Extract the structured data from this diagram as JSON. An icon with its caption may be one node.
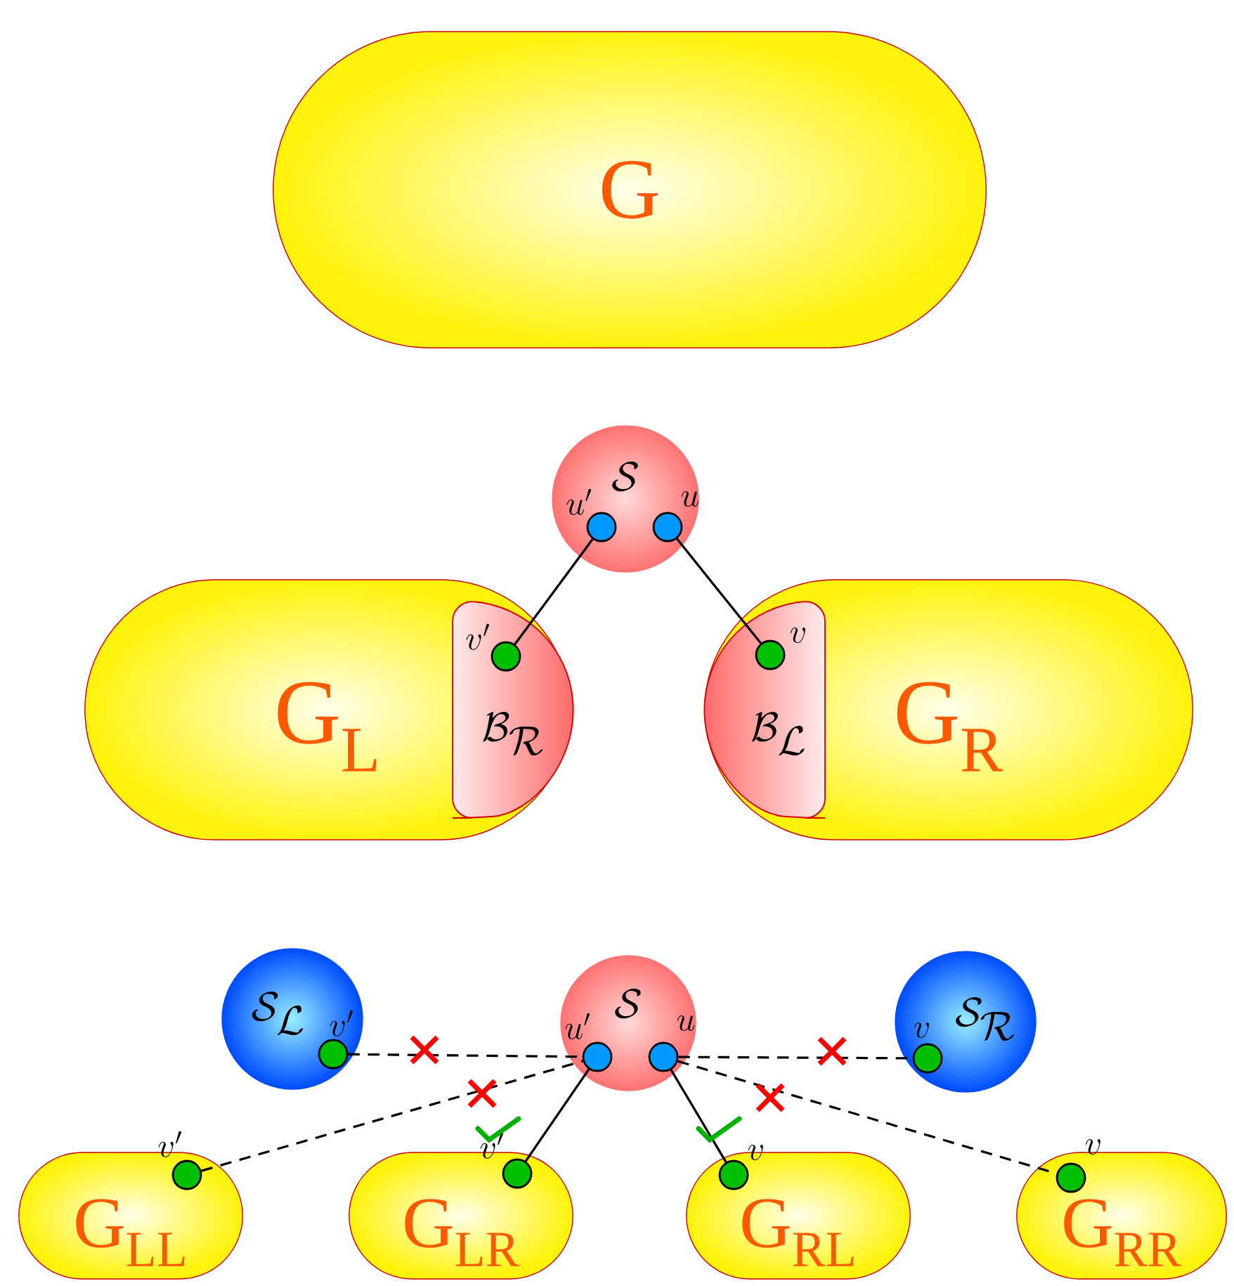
{
  "diagram": {
    "nodes": [
      {
        "text": [
          "G"
        ]
      },
      {
        "text": [
          "\\mathcal{S}"
        ]
      },
      {
        "text": [],
        "shape": "circle",
        "in": 1,
        "beside": [
          "u'"
        ]
      },
      {
        "text": [],
        "shape": "circle",
        "in": 1,
        "beside": [
          "u"
        ]
      },
      {
        "text": [
          "G$_{L}$"
        ]
      },
      {
        "text": [
          "\\mathcal{B}_{\\mathcal{R}}"
        ],
        "in": 4
      },
      {
        "text": [],
        "shape": "circle",
        "in": 5,
        "beside": [
          "v'"
        ]
      },
      {
        "text": [
          "G$_{R}$"
        ]
      },
      {
        "text": [
          "\\mathcal{B}_{\\mathcal{L}}"
        ],
        "in": 7
      },
      {
        "text": [],
        "shape": "circle",
        "in": 8,
        "beside": [
          "v"
        ]
      },
      {
        "text": [
          "\\mathcal{S}_{\\mathcal{L}}"
        ]
      },
      {
        "text": [],
        "shape": "circle",
        "in": 10,
        "beside": [
          "v'"
        ]
      },
      {
        "text": [
          "\\mathcal{S}"
        ]
      },
      {
        "text": [],
        "shape": "circle",
        "in": 12,
        "beside": [
          "u'"
        ]
      },
      {
        "text": [],
        "shape": "circle",
        "in": 12,
        "beside": [
          "u"
        ]
      },
      {
        "text": [
          "\\mathcal{S}_{\\mathcal{R}}"
        ]
      },
      {
        "text": [],
        "shape": "circle",
        "in": 15,
        "beside": [
          "v"
        ]
      },
      {
        "text": [
          "G$_{LL}$"
        ]
      },
      {
        "text": [],
        "shape": "circle",
        "in": 17,
        "beside": [
          "v'"
        ]
      },
      {
        "text": [
          "G$_{LR}$"
        ]
      },
      {
        "text": [],
        "shape": "circle",
        "in": 19,
        "beside": [
          "v'"
        ]
      },
      {
        "text": [
          "G$_{RL}$"
        ]
      },
      {
        "text": [],
        "shape": "circle",
        "in": 21,
        "beside": [
          "v"
        ]
      },
      {
        "text": [
          "G$_{RR}$"
        ]
      },
      {
        "text": [],
        "shape": "circle",
        "in": 23,
        "beside": [
          "v"
        ]
      }
    ],
    "edges": [
      {
        "from": 2,
        "to": 6,
        "arrow": "none"
      },
      {
        "from": 3,
        "to": 9,
        "arrow": "none"
      },
      {
        "from": 11,
        "to": 13,
        "arrow": "none",
        "style": "dashed"
      },
      {
        "from": 18,
        "to": 13,
        "arrow": "none",
        "style": "dashed"
      },
      {
        "from": 20,
        "to": 13,
        "arrow": "none"
      },
      {
        "from": 14,
        "to": 22,
        "arrow": "none"
      },
      {
        "from": 14,
        "to": 16,
        "arrow": "none",
        "style": "dashed"
      },
      {
        "from": 14,
        "to": 24,
        "arrow": "none",
        "style": "dashed"
      }
    ]
  }
}
